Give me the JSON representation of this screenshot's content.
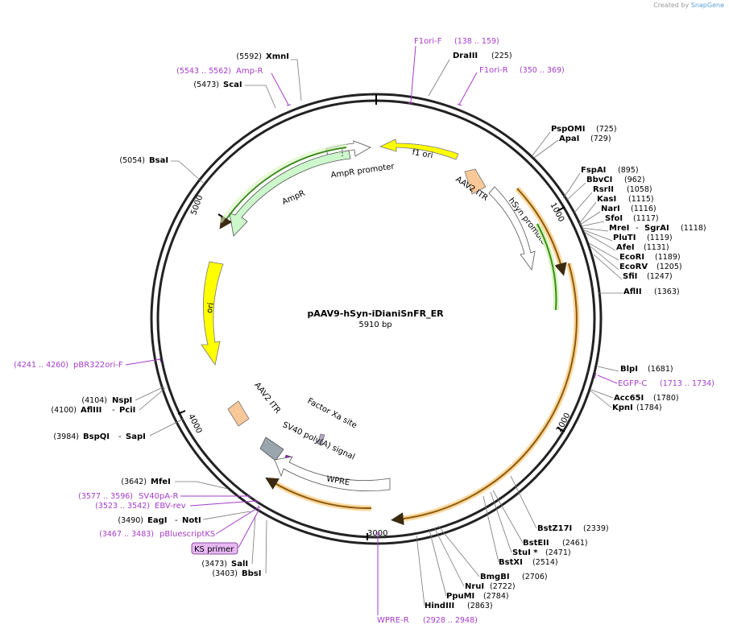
{
  "credit": {
    "prefix": "Created by",
    "brand": "SnapGene"
  },
  "plasmid": {
    "name": "pAAV9-hSyn-iDianiSnFR_ER",
    "size_label": "5910 bp"
  },
  "ticks": [
    "1000",
    "2000",
    "3000",
    "4000",
    "5000"
  ],
  "features": {
    "f1ori": "f1 ori",
    "amprpromoter": "AmpR promoter",
    "ampr": "AmpR",
    "aav2itr1": "AAV2 ITR",
    "hsyn": "hSyn promoter",
    "ori": "ori",
    "aav2itr2": "AAV2 ITR",
    "factorxa": "Factor Xa site",
    "sv40": "SV40 poly(A) signal",
    "wpre": "WPRE"
  },
  "sites": {
    "xmni": {
      "name": "XmnI",
      "pos": "(5592)"
    },
    "scai": {
      "name": "ScaI",
      "pos": "(5473)"
    },
    "bsai": {
      "name": "BsaI",
      "pos": "(5054)"
    },
    "drai": {
      "name": "DraIII",
      "pos": "(225)"
    },
    "pspomi": {
      "name": "PspOMI",
      "pos": "(725)"
    },
    "apai": {
      "name": "ApaI",
      "pos": "(729)"
    },
    "fspai": {
      "name": "FspAI",
      "pos": "(895)"
    },
    "bbvci": {
      "name": "BbvCI",
      "pos": "(962)"
    },
    "rsrii": {
      "name": "RsrII",
      "pos": "(1058)"
    },
    "kasi": {
      "name": "KasI",
      "pos": "(1115)"
    },
    "nari": {
      "name": "NarI",
      "pos": "(1116)"
    },
    "sfoi": {
      "name": "SfoI",
      "pos": "(1117)"
    },
    "mrei": {
      "name": "MreI",
      "pos": "(1118)",
      "dash": "-",
      "name2": "SgrAI"
    },
    "pluti": {
      "name": "PluTI",
      "pos": "(1119)"
    },
    "afei": {
      "name": "AfeI",
      "pos": "(1131)"
    },
    "ecori": {
      "name": "EcoRI",
      "pos": "(1189)"
    },
    "ecorv": {
      "name": "EcoRV",
      "pos": "(1205)"
    },
    "sfii": {
      "name": "SfiI",
      "pos": "(1247)"
    },
    "aflii": {
      "name": "AflII",
      "pos": "(1363)"
    },
    "blpi": {
      "name": "BlpI",
      "pos": "(1681)"
    },
    "acc65i": {
      "name": "Acc65I",
      "pos": "(1780)"
    },
    "kpni": {
      "name": "KpnI",
      "pos": "(1784)"
    },
    "bstz17i": {
      "name": "BstZ17I",
      "pos": "(2339)"
    },
    "bsteii": {
      "name": "BstEII",
      "pos": "(2461)"
    },
    "stui": {
      "name": "StuI *",
      "pos": "(2471)"
    },
    "bstxi": {
      "name": "BstXI",
      "pos": "(2514)"
    },
    "bmgbi": {
      "name": "BmgBI",
      "pos": "(2706)"
    },
    "nrui": {
      "name": "NruI",
      "pos": "(2722)"
    },
    "ppumi": {
      "name": "PpuMI",
      "pos": "(2784)"
    },
    "hindiii": {
      "name": "HindIII",
      "pos": "(2863)"
    },
    "bbsi": {
      "name": "BbsI",
      "pos": "(3403)"
    },
    "sali": {
      "name": "SalI",
      "pos": "(3473)"
    },
    "eagi": {
      "name": "EagI",
      "pos": "(3490)",
      "dash": "-",
      "name2": "NotI"
    },
    "mfei": {
      "name": "MfeI",
      "pos": "(3642)"
    },
    "bspqi": {
      "name": "BspQI",
      "pos": "(3984)",
      "dash": "-",
      "name2": "SapI"
    },
    "afliii": {
      "name": "AflIII",
      "pos": "(4100)",
      "dash": "-",
      "name2": "PciI"
    },
    "nspi": {
      "name": "NspI",
      "pos": "(4104)"
    }
  },
  "primers": {
    "f1orif": {
      "name": "F1ori-F",
      "range": "(138 .. 159)"
    },
    "f1orir": {
      "name": "F1ori-R",
      "range": "(350 .. 369)"
    },
    "ampr": {
      "name": "Amp-R",
      "range": "(5543 .. 5562)"
    },
    "pbr322": {
      "name": "pBR322ori-F",
      "range": "(4241 .. 4260)"
    },
    "egfpc": {
      "name": "EGFP-C",
      "range": "(1713 .. 1734)"
    },
    "wprer": {
      "name": "WPRE-R",
      "range": "(2928 .. 2948)"
    },
    "sv40par": {
      "name": "SV40pA-R",
      "range": "(3577 .. 3596)"
    },
    "ebvrev": {
      "name": "EBV-rev",
      "range": "(3523 .. 3542)"
    },
    "pbluescript": {
      "name": "pBluescriptKS",
      "range": "(3467 .. 3483)"
    },
    "ksprimer": {
      "name": "KS primer"
    }
  },
  "colors": {
    "f1ori": "#ffff00",
    "ori": "#ffff00",
    "ampr": "#ccf8cc",
    "itr": "#f8c898",
    "cds_orange": "#f5a623",
    "cds_green": "#3c8c1c",
    "primer": "#a53cc8",
    "backbone": "#222222"
  }
}
